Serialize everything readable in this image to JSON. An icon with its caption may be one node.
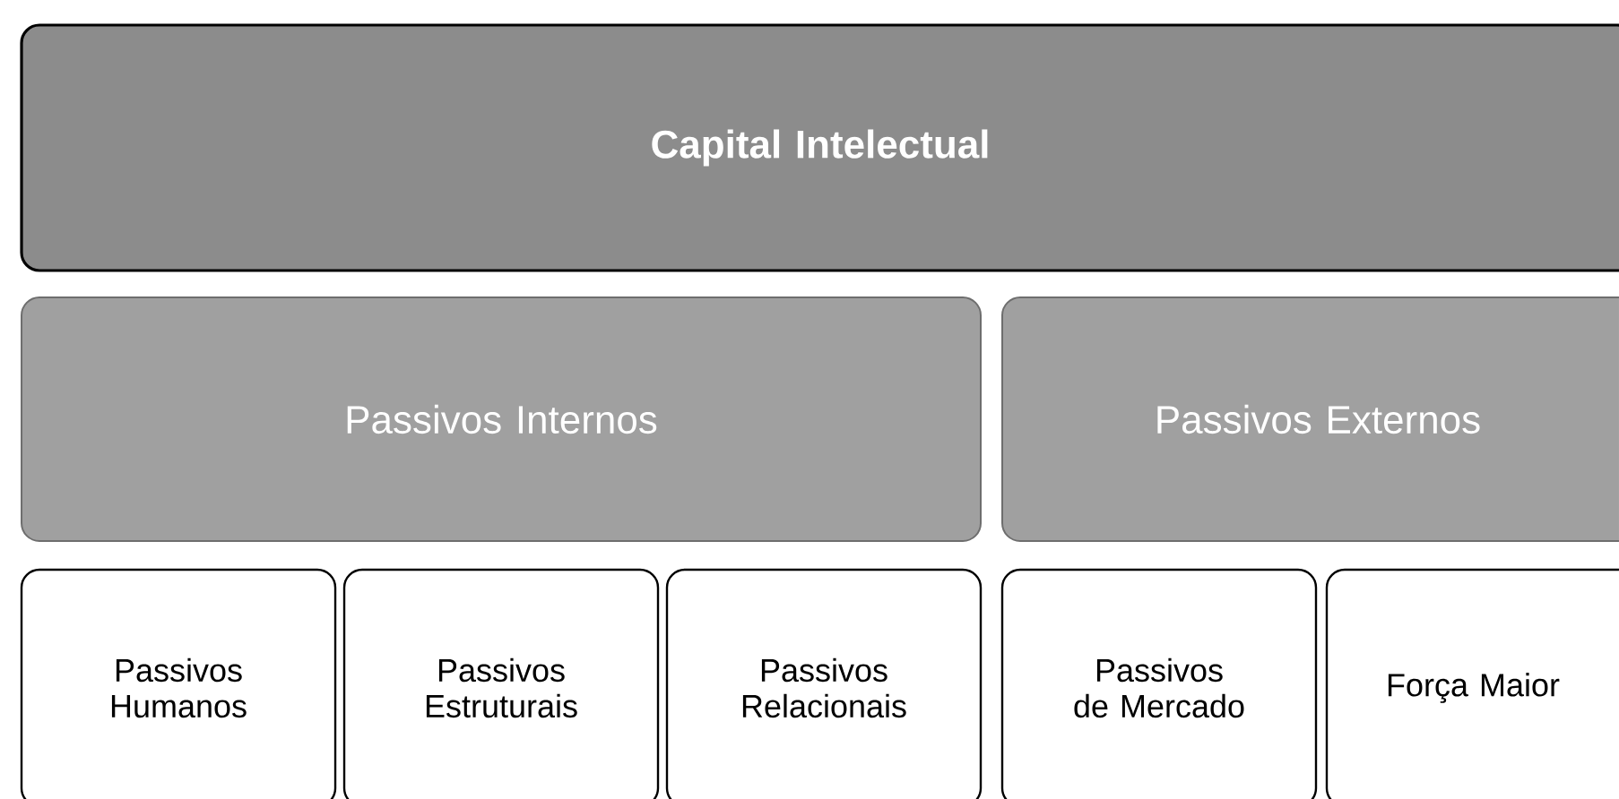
{
  "diagram": {
    "nodes": [
      {
        "text": [
          "Capital Intelectual"
        ]
      },
      {
        "text": [
          "Passivos Internos"
        ]
      },
      {
        "text": [
          "Passivos Externos"
        ]
      },
      {
        "text": [
          "Passivos Humanos"
        ]
      },
      {
        "text": [
          "Passivos Estruturais"
        ]
      },
      {
        "text": [
          "Passivos Relacionais"
        ]
      },
      {
        "text": [
          "Passivos de Mercado"
        ]
      },
      {
        "text": [
          "Força Maior"
        ]
      }
    ]
  }
}
